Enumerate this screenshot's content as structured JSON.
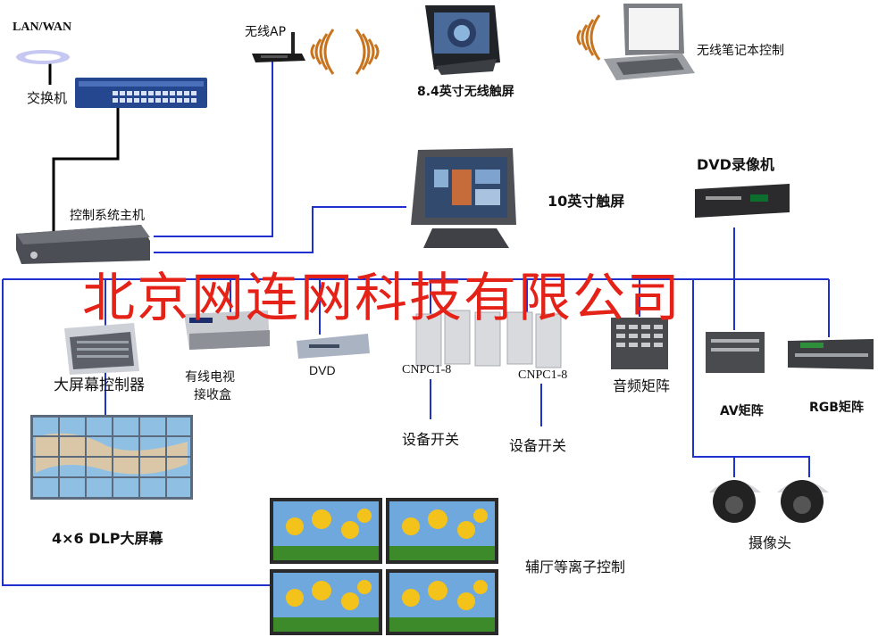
{
  "labels": {
    "lan_wan": "LAN/WAN",
    "switch": "交换机",
    "wireless_ap": "无线AP",
    "touch_8_4": "8.4英寸无线触屏",
    "laptop": "无线笔记本控制",
    "touch_10": "10英寸触屏",
    "dvd_recorder": "DVD录像机",
    "controller": "控制系统主机",
    "watermark": "北京网连网科技有限公司",
    "wall_controller": "大屏幕控制器",
    "cable_tv_line1": "有线电视",
    "cable_tv_line2": "接收盒",
    "dvd": "DVD",
    "cnpc_left": "CNPC1-8",
    "cnpc_right": "CNPC1-8",
    "power_switch_left": "设备开关",
    "power_switch_right": "设备开关",
    "audio_matrix": "音频矩阵",
    "av_matrix": "AV矩阵",
    "rgb_matrix": "RGB矩阵",
    "video_wall": "4×6 DLP大屏幕",
    "camera": "摄像头",
    "plasma": "辅厅等离子控制"
  },
  "colors": {
    "link_line": "#1f2fd0",
    "lan_line": "#000000",
    "watermark": "#e52218",
    "wireless_wave": "#c8741e"
  }
}
